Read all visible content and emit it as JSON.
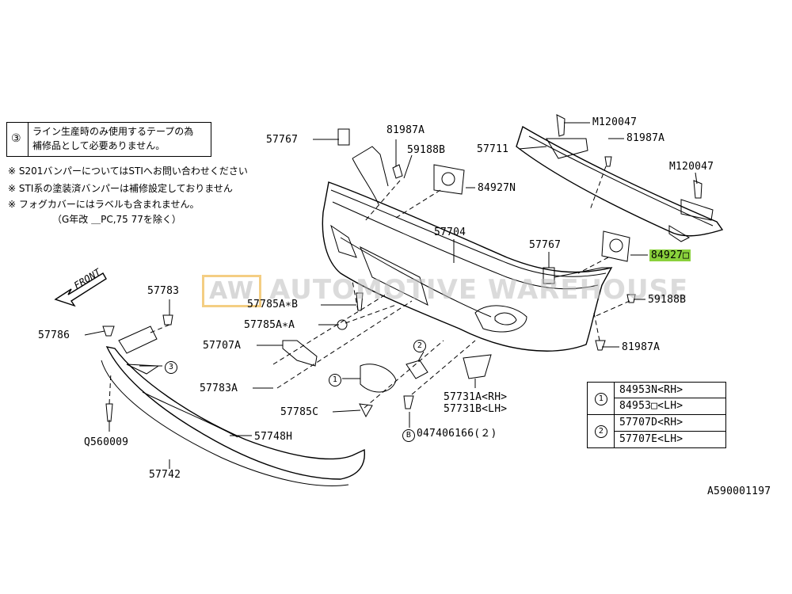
{
  "note_box": {
    "number": "③",
    "line1": "ライン生産時のみ使用するテープの為",
    "line2": "補修品として必要ありません。"
  },
  "notes": [
    "※ S201バンパーについてはSTIへお問い合わせください",
    "※ STI系の塗装済バンパーは補修設定しておりません",
    "※ フォグカバーにはラベルも含まれません。",
    "（G年改 ＿PC,75 77を除く）"
  ],
  "front_label": "FRONT",
  "watermark": {
    "badge": "AW",
    "text": "AUTOMOTIVE WAREHOUSE"
  },
  "parts": {
    "p57767a": "57767",
    "p81987a_top": "81987A",
    "p59188b_top": "59188B",
    "p84927n": "84927N",
    "pm120047a": "M120047",
    "p57711": "57711",
    "p81987a_right": "81987A",
    "pm120047b": "M120047",
    "p57704": "57704",
    "p57767b": "57767",
    "p84927h": "84927□",
    "p59188b_right": "59188B",
    "p81987a_low": "81987A",
    "p57783_top": "57783",
    "p57786": "57786",
    "p57785a_b": "57785A∗B",
    "p57785a_a": "57785A∗A",
    "p57707a": "57707A",
    "p57783_low": "57783A",
    "p57785c": "57785C",
    "p57731a": "57731A<RH>",
    "p57731b": "57731B<LH>",
    "pq560009": "Q560009",
    "p57748h": "57748H",
    "p57742": "57742",
    "p047406166": "047406166(２)",
    "ref_code": "A590001197"
  },
  "callouts": {
    "c1": "1",
    "c2": "2",
    "c3": "3",
    "cb": "B"
  },
  "legend": {
    "rows": [
      {
        "key": "1",
        "values": [
          "84953N<RH>",
          "84953□<LH>"
        ]
      },
      {
        "key": "2",
        "values": [
          "57707D<RH>",
          "57707E<LH>"
        ]
      }
    ]
  }
}
